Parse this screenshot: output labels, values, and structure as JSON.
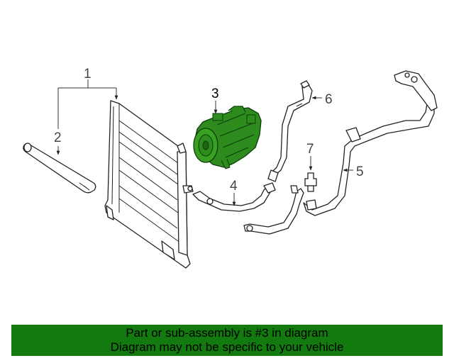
{
  "diagram": {
    "callouts": [
      "1",
      "2",
      "3",
      "4",
      "5",
      "6",
      "7"
    ],
    "highlighted_part": "3",
    "highlight_color": "#2e8b1e"
  },
  "banner": {
    "line1": "Part or sub-assembly is #3 in diagram",
    "line2": "Diagram may not be specific to your vehicle",
    "background": "#137a0f"
  }
}
